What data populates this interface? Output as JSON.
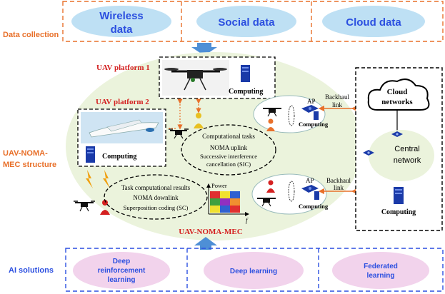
{
  "layers": {
    "data_collection": "Data collection",
    "structure": [
      "UAV-NOMA-",
      "MEC structure"
    ],
    "ai": "AI solutions"
  },
  "data_sources": {
    "wireless": [
      "Wireless",
      "data"
    ],
    "social": "Social data",
    "cloud": "Cloud data"
  },
  "platforms": {
    "uav1": "UAV platform 1",
    "uav2": "UAV platform 2",
    "computing": "Computing"
  },
  "uplink": {
    "line1": "Computational tasks",
    "line2": "NOMA uplink",
    "line3": "Successive interference",
    "line4": "cancellation (SIC)"
  },
  "downlink": {
    "line1": "Task computational results",
    "line2": "NOMA downlink",
    "line3": "Superposition coding (SC)"
  },
  "power_chart": {
    "ylabel": "Power",
    "xlabel": "f"
  },
  "access_points": {
    "ap": "AP",
    "computing": "Computing"
  },
  "backhaul": [
    "Backhaul",
    "link"
  ],
  "cloud_side": {
    "cloud": [
      "Cloud",
      "networks"
    ],
    "central": [
      "Central",
      "network"
    ],
    "computing": "Computing"
  },
  "system_label": "UAV-NOMA-MEC",
  "ai_solutions": {
    "drl": [
      "Deep",
      "reinforcement",
      "learning"
    ],
    "dl": "Deep learning",
    "fl": [
      "Federated",
      "learning"
    ]
  },
  "colors": {
    "accent_orange": "#E8702A",
    "label_red": "#D42020",
    "ai_blue": "#2B4FE0",
    "bubble_blue": "#BEE0F4",
    "bubble_pink": "#F2D3EC",
    "ellipse_green": "#EBF3DC"
  }
}
